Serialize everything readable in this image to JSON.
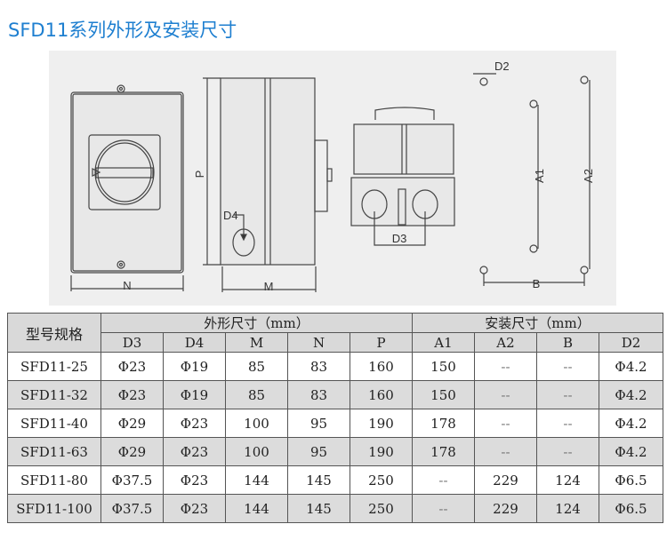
{
  "title": "SFD11系列外形及安装尺寸",
  "drawing": {
    "labels": {
      "N": "N",
      "M": "M",
      "P": "P",
      "D4": "D4",
      "D3": "D3",
      "D2": "D2",
      "A1": "A1",
      "A2": "A2",
      "B": "B"
    }
  },
  "table": {
    "model_header": "型号规格",
    "group_outline": "外形尺寸（mm）",
    "group_install": "安装尺寸（mm）",
    "columns": [
      "D3",
      "D4",
      "M",
      "N",
      "P",
      "A1",
      "A2",
      "B",
      "D2"
    ],
    "rows": [
      [
        "SFD11-25",
        "Φ23",
        "Φ19",
        "85",
        "83",
        "160",
        "150",
        "--",
        "--",
        "Φ4.2"
      ],
      [
        "SFD11-32",
        "Φ23",
        "Φ19",
        "85",
        "83",
        "160",
        "150",
        "--",
        "--",
        "Φ4.2"
      ],
      [
        "SFD11-40",
        "Φ29",
        "Φ23",
        "100",
        "95",
        "190",
        "178",
        "--",
        "--",
        "Φ4.2"
      ],
      [
        "SFD11-63",
        "Φ29",
        "Φ23",
        "100",
        "95",
        "190",
        "178",
        "--",
        "--",
        "Φ4.2"
      ],
      [
        "SFD11-80",
        "Φ37.5",
        "Φ23",
        "144",
        "145",
        "250",
        "--",
        "229",
        "124",
        "Φ6.5"
      ],
      [
        "SFD11-100",
        "Φ37.5",
        "Φ23",
        "144",
        "145",
        "250",
        "--",
        "229",
        "124",
        "Φ6.5"
      ]
    ]
  }
}
